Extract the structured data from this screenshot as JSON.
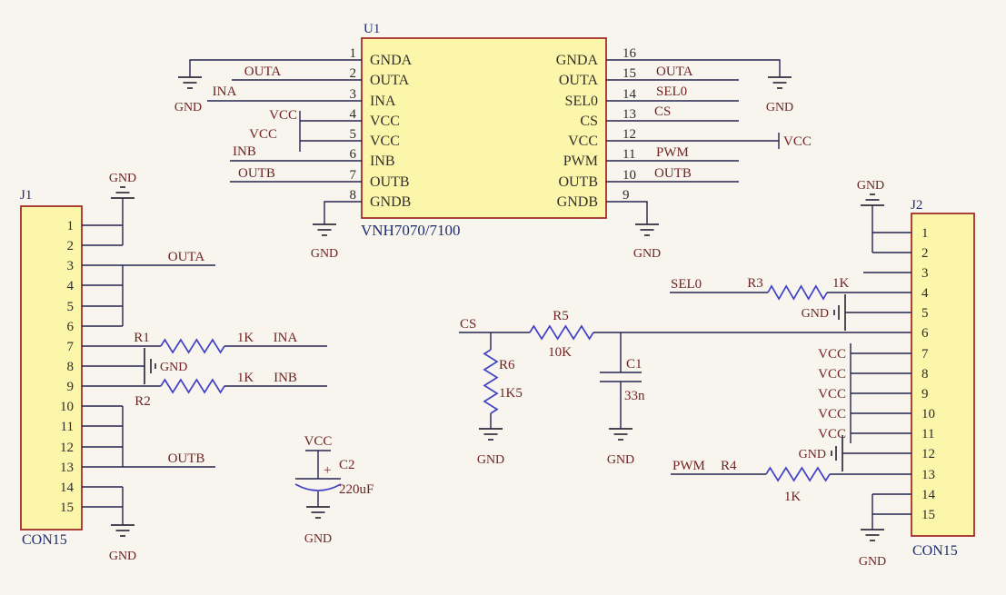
{
  "colors": {
    "background": "#f8f5ee",
    "component_fill": "#fcf6ab",
    "component_border": "#9e2222",
    "wire": "#24244e",
    "resistor_body": "#4341c6",
    "net_label": "#6e2424",
    "designator": "#1d2e6e"
  },
  "u1": {
    "designator": "U1",
    "part_number": "VNH7070/7100",
    "left_pins": [
      {
        "num": "1",
        "name": "GNDA"
      },
      {
        "num": "2",
        "name": "OUTA"
      },
      {
        "num": "3",
        "name": "INA"
      },
      {
        "num": "4",
        "name": "VCC"
      },
      {
        "num": "5",
        "name": "VCC"
      },
      {
        "num": "6",
        "name": "INB"
      },
      {
        "num": "7",
        "name": "OUTB"
      },
      {
        "num": "8",
        "name": "GNDB"
      }
    ],
    "right_pins": [
      {
        "num": "16",
        "name": "GNDA"
      },
      {
        "num": "15",
        "name": "OUTA"
      },
      {
        "num": "14",
        "name": "SEL0"
      },
      {
        "num": "13",
        "name": "CS"
      },
      {
        "num": "12",
        "name": "VCC"
      },
      {
        "num": "11",
        "name": "PWM"
      },
      {
        "num": "10",
        "name": "OUTB"
      },
      {
        "num": "9",
        "name": "GNDB"
      }
    ]
  },
  "j1": {
    "designator": "J1",
    "type": "CON15",
    "pins": [
      "1",
      "2",
      "3",
      "4",
      "5",
      "6",
      "7",
      "8",
      "9",
      "10",
      "11",
      "12",
      "13",
      "14",
      "15"
    ]
  },
  "j2": {
    "designator": "J2",
    "type": "CON15",
    "pins": [
      "1",
      "2",
      "3",
      "4",
      "5",
      "6",
      "7",
      "8",
      "9",
      "10",
      "11",
      "12",
      "13",
      "14",
      "15"
    ]
  },
  "resistors": {
    "r1": {
      "ref": "R1",
      "value": "1K"
    },
    "r2": {
      "ref": "R2",
      "value": "1K"
    },
    "r3": {
      "ref": "R3",
      "value": "1K"
    },
    "r4": {
      "ref": "R4",
      "value": "1K"
    },
    "r5": {
      "ref": "R5",
      "value": "10K"
    },
    "r6": {
      "ref": "R6",
      "value": "1K5"
    }
  },
  "capacitors": {
    "c1": {
      "ref": "C1",
      "value": "33n"
    },
    "c2": {
      "ref": "C2",
      "value": "220uF",
      "polarity": "+"
    }
  },
  "net_labels": {
    "outa": "OUTA",
    "ina": "INA",
    "inb": "INB",
    "outb": "OUTB",
    "sel0": "SEL0",
    "cs": "CS",
    "pwm": "PWM",
    "vcc": "VCC",
    "gnd": "GND"
  }
}
